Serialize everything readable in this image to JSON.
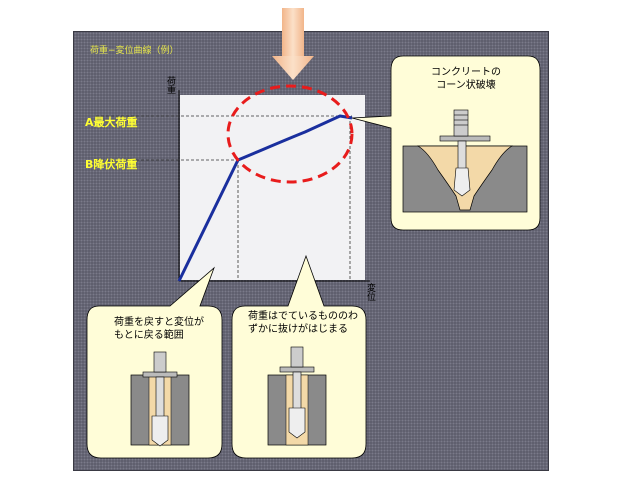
{
  "header_note": "荷重−変位曲線（例）",
  "axes": {
    "y_label": "荷重",
    "x_label": "変位"
  },
  "levels": {
    "max_load": "最大荷重",
    "yield_load": "降伏荷重",
    "max_prefix": "A",
    "yield_prefix": "B"
  },
  "bubbles": {
    "cone_failure": "コンクリートの\nコーン状破壊",
    "elastic_range": "荷重を戻すと変位がもとに戻る範囲",
    "slip_start": "荷重はでているもののわずかに抜けがはじまる"
  },
  "colors": {
    "panel": "#595968",
    "curve": "#1a2f9e",
    "highlight_ellipse": "#e81c1c",
    "arrow": "#f5c7a0",
    "label": "#ffff33",
    "bubble": "#fffdd8"
  },
  "icons": {
    "arrow": "load-arrow-icon",
    "anchor": "anchor-bolt-icon"
  }
}
